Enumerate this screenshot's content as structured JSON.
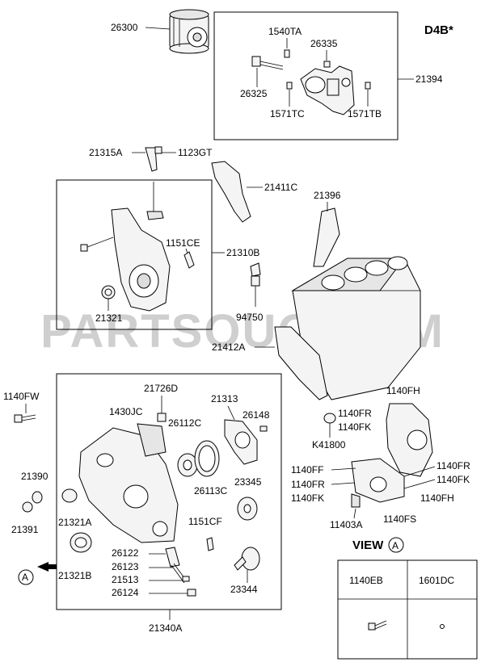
{
  "watermark": "PARTSOUQ.COM",
  "engine_code": "D4B*",
  "view_header": {
    "view_label": "VIEW",
    "view_mark": "A"
  },
  "view_table": {
    "col1": "1140EB",
    "col2": "1601DC"
  },
  "arrow_mark": "A",
  "labels": {
    "p26300": "26300",
    "p1540TA": "1540TA",
    "p26335": "26335",
    "p26325": "26325",
    "p1571TC": "1571TC",
    "p1571TB": "1571TB",
    "p21394": "21394",
    "p21315A": "21315A",
    "p1123GT": "1123GT",
    "p21411C": "21411C",
    "p21396": "21396",
    "p1151CE": "1151CE",
    "p21310B": "21310B",
    "p21321": "21321",
    "p94750": "94750",
    "p21412A": "21412A",
    "p1140FW": "1140FW",
    "p21726D": "21726D",
    "p21313": "21313",
    "p1430JC": "1430JC",
    "p26112C": "26112C",
    "p26148": "26148",
    "p1140FH_a": "1140FH",
    "p1140FR_a": "1140FR",
    "p1140FK_a": "1140FK",
    "pK41800": "K41800",
    "p21390": "21390",
    "p26113C": "26113C",
    "p23345": "23345",
    "p1140FF": "1140FF",
    "p1140FR_b": "1140FR",
    "p1140FR_c": "1140FR",
    "p1140FK_b": "1140FK",
    "p1140FK_c": "1140FK",
    "p1140FH_b": "1140FH",
    "p11403A": "11403A",
    "p1140FS": "1140FS",
    "p21321A": "21321A",
    "p21391": "21391",
    "p1151CF": "1151CF",
    "p26122": "26122",
    "p26123": "26123",
    "p21513": "21513",
    "p26124": "26124",
    "p21321B": "21321B",
    "p23344": "23344",
    "p21340A": "21340A"
  }
}
